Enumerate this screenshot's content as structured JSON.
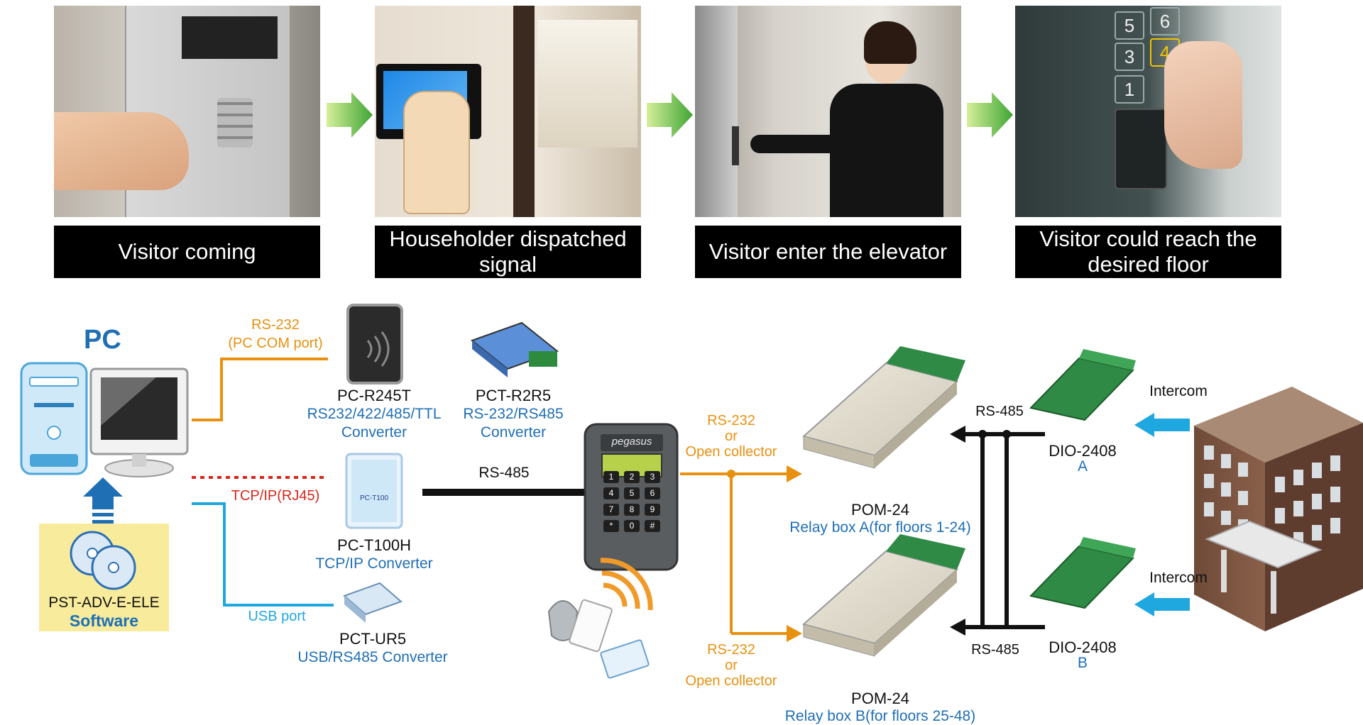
{
  "steps": [
    {
      "caption": "Visitor coming"
    },
    {
      "caption": "Householder dispatched\nsignal"
    },
    {
      "caption": "Visitor enter the elevator"
    },
    {
      "caption": "Visitor could reach the\ndesired floor"
    }
  ],
  "elevator_buttons": [
    "5",
    "6",
    "3",
    "4",
    "1"
  ],
  "pc": {
    "title": "PC"
  },
  "software": {
    "name": "PST-ADV-E-ELE",
    "label": "Software"
  },
  "links": {
    "rs232_pc": "RS-232",
    "rs232_pc_sub": "(PC COM port)",
    "tcpip": "TCP/IP(RJ45)",
    "usb": "USB port",
    "rs485_main": "RS-485",
    "rs232_a": "RS-232",
    "or_a": "or",
    "oc_a": "Open collector",
    "rs232_b": "RS-232",
    "or_b": "or",
    "oc_b": "Open collector",
    "rs485_top": "RS-485",
    "rs485_bottom": "RS-485"
  },
  "devices": {
    "pc_r245t": {
      "name": "PC-R245T",
      "desc1": "RS232/422/485/TTL",
      "desc2": "Converter"
    },
    "pct_r2r5": {
      "name": "PCT-R2R5",
      "desc1": "RS-232/RS485",
      "desc2": "Converter"
    },
    "pc_t100h": {
      "name": "PC-T100H",
      "desc": "TCP/IP  Converter",
      "screen": "PC-T100"
    },
    "pct_ur5": {
      "name": "PCT-UR5",
      "desc": "USB/RS485  Converter"
    },
    "reader": {
      "brand": "pegasus",
      "keys": [
        "1",
        "2",
        "3",
        "4",
        "5",
        "6",
        "7",
        "8",
        "9",
        "*",
        "0",
        "#"
      ]
    },
    "pom_a": {
      "name": "POM-24",
      "desc": "Relay box A(for floors 1-24)"
    },
    "pom_b": {
      "name": "POM-24",
      "desc": "Relay box B(for floors 25-48)"
    },
    "dio_a": {
      "name": "DIO-2408",
      "sub": "A"
    },
    "dio_b": {
      "name": "DIO-2408",
      "sub": "B"
    }
  },
  "intercom": {
    "top": "Intercom",
    "bottom": "Intercom"
  },
  "colors": {
    "orange": "#e8900f",
    "cyan": "#1fa7df",
    "red": "#d9261c",
    "blue_text": "#1f6fb5",
    "green_arrow": "#6cc24a"
  }
}
